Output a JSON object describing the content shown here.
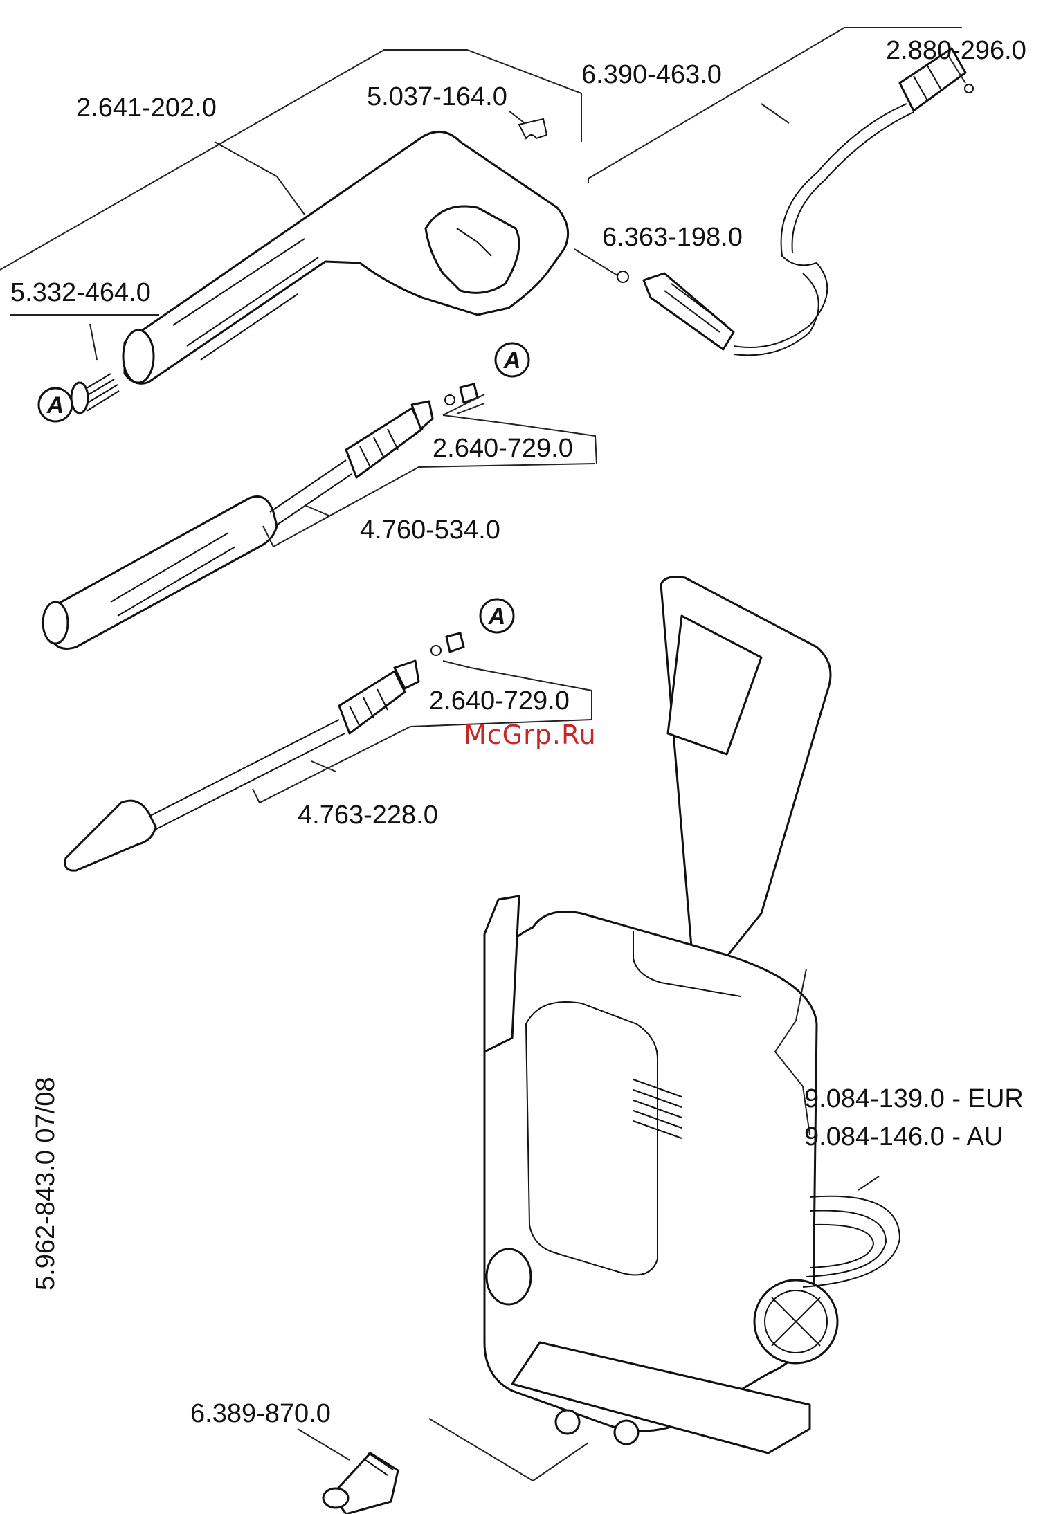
{
  "labels": {
    "trigger_gun": "2.641-202.0",
    "clip": "5.037-164.0",
    "hose": "6.390-463.0",
    "hose_oring": "2.880-296.0",
    "oring": "6.363-198.0",
    "spring": "5.332-464.0",
    "seal_kit_1": "2.640-729.0",
    "vario_lance": "4.760-534.0",
    "seal_kit_2": "2.640-729.0",
    "rotor_lance": "4.763-228.0",
    "machine_eur": "9.084-139.0 - EUR",
    "machine_au": "9.084-146.0 - AU",
    "coupling": "6.389-870.0",
    "doc_number": "5.962-843.0  07/08"
  },
  "callout_marker": "A",
  "watermark": "McGrp.Ru",
  "colors": {
    "line": "#111111",
    "watermark": "#c62828",
    "background": "#ffffff"
  }
}
